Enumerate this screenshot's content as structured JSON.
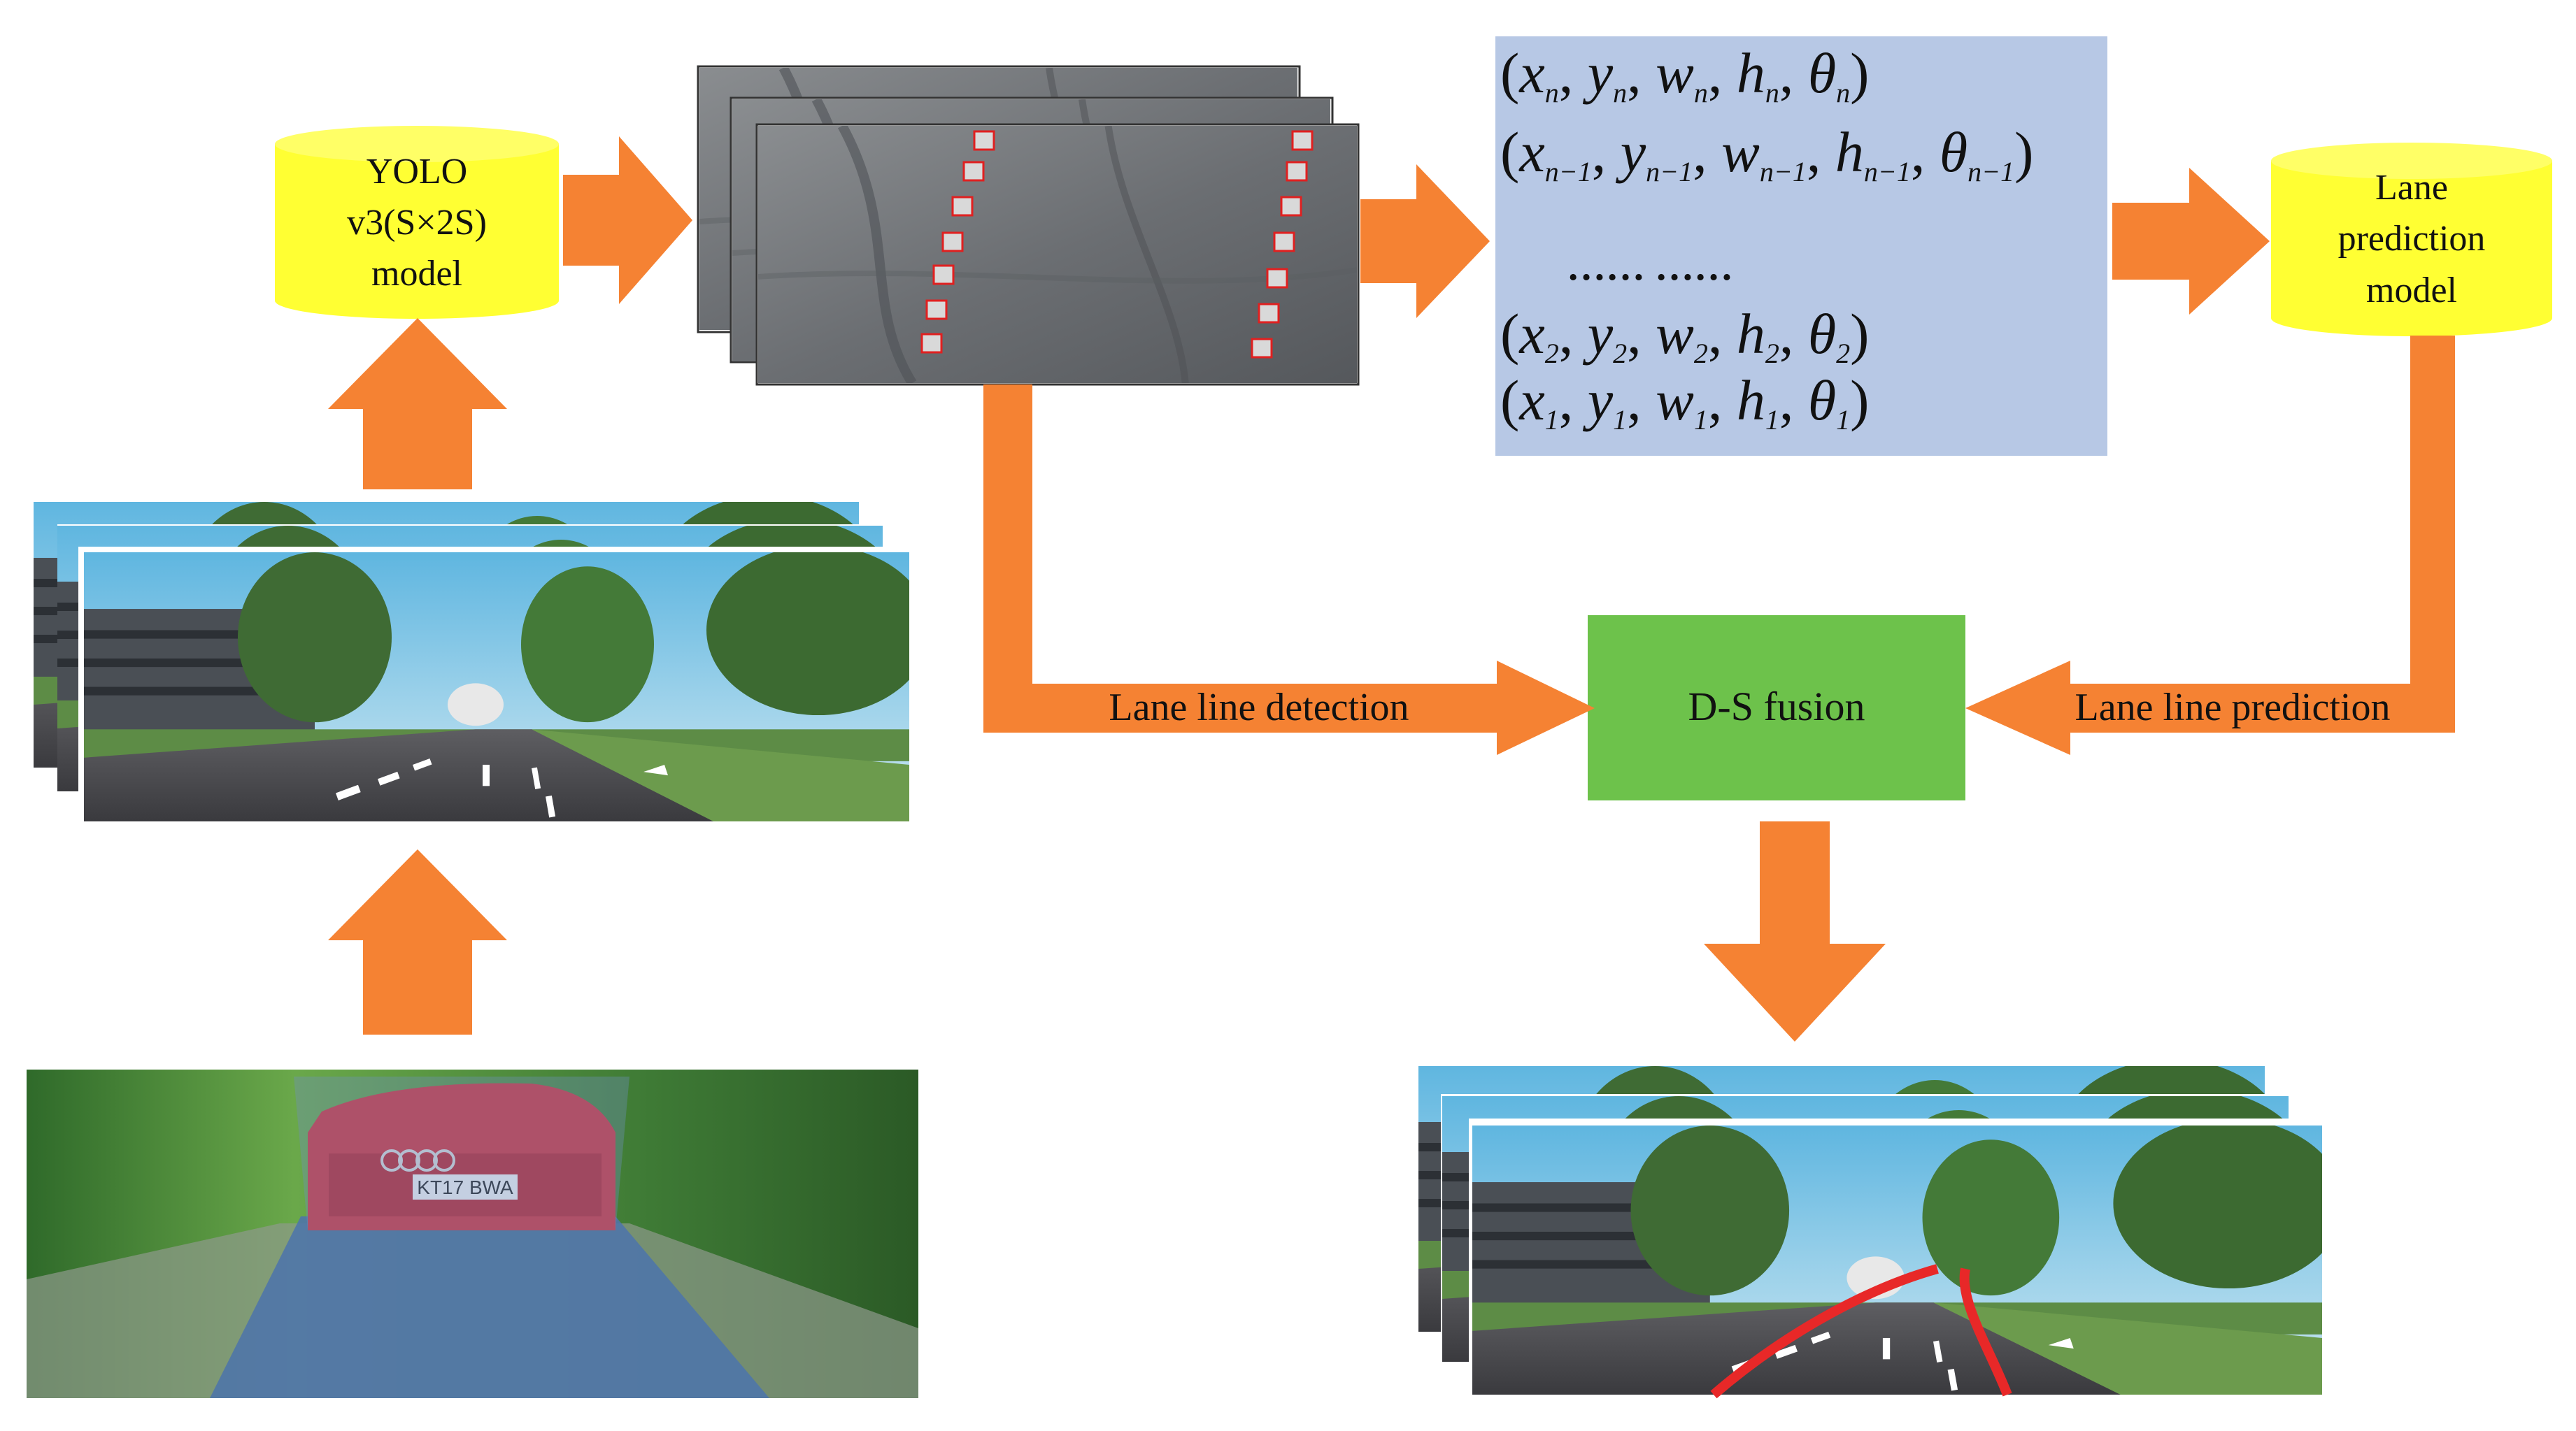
{
  "colors": {
    "arrow": "#f58233",
    "cylinder": "#ffff33",
    "fusion": "#6dc24b",
    "formula_panel": "#b7c8e5"
  },
  "yolo_model": {
    "line1": "YOLO",
    "line2": "v3(S×2S)",
    "line3": "model"
  },
  "prediction_model": {
    "line1": "Lane",
    "line2": "prediction",
    "line3": "model"
  },
  "fusion": {
    "label": "D-S fusion"
  },
  "arrows": {
    "detection_label": "Lane line detection",
    "prediction_label": "Lane line prediction"
  },
  "formulas": {
    "row_n": {
      "x": "x",
      "y": "y",
      "w": "w",
      "h": "h",
      "t": "θ",
      "sub": "n"
    },
    "row_n1": {
      "x": "x",
      "y": "y",
      "w": "w",
      "h": "h",
      "t": "θ",
      "sub": "n−1"
    },
    "ellipsis": "…… ……",
    "row_2": {
      "x": "x",
      "y": "y",
      "w": "w",
      "h": "h",
      "t": "θ",
      "sub": "2"
    },
    "row_1": {
      "x": "x",
      "y": "y",
      "w": "w",
      "h": "h",
      "t": "θ",
      "sub": "1"
    }
  },
  "images": {
    "input_photo": {
      "plate": "KT17 BWA"
    }
  }
}
